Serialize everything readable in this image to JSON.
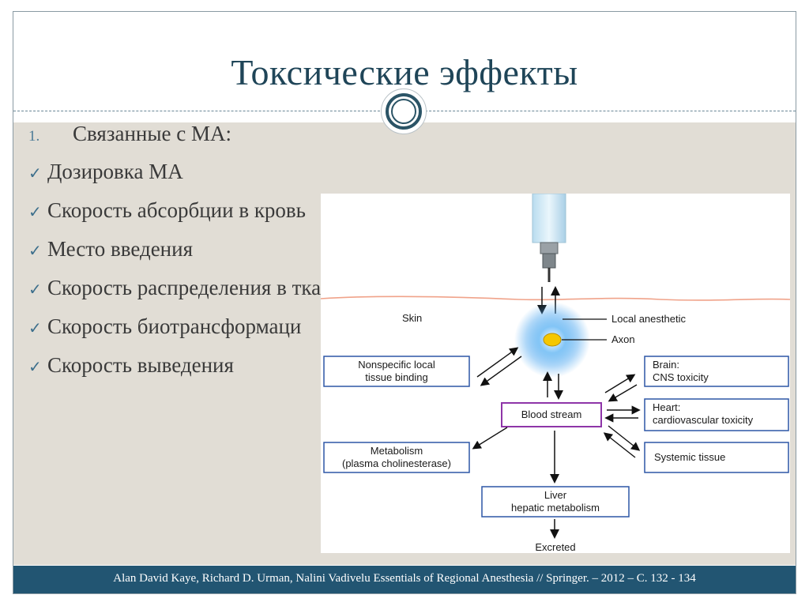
{
  "slide": {
    "title": "Токсические эффекты",
    "list": {
      "numbered_item": {
        "number": "1.",
        "text": "Связанные с МА:"
      },
      "bullets": [
        "Дозировка МА",
        "Скорость абсорбции в кровь",
        "Место введения",
        "Скорость распределения в тканях",
        "Скорость биотрансформаци",
        "Скорость выведения"
      ]
    },
    "footer": "Alan David Kaye, Richard D. Urman, Nalini Vadivelu Essentials of Regional Anesthesia // Springer. – 2012 – С. 132 - 134"
  },
  "diagram": {
    "labels": {
      "skin": "Skin",
      "local_anesthetic": "Local anesthetic",
      "axon": "Axon",
      "nonspecific_line1": "Nonspecific local",
      "nonspecific_line2": "tissue binding",
      "blood_stream": "Blood stream",
      "brain_line1": "Brain:",
      "brain_line2": "CNS toxicity",
      "heart_line1": "Heart:",
      "heart_line2": "cardiovascular toxicity",
      "systemic": "Systemic tissue",
      "metabolism_line1": "Metabolism",
      "metabolism_line2": "(plasma cholinesterase)",
      "liver_line1": "Liver",
      "liver_line2": "hepatic metabolism",
      "excreted": "Excreted"
    },
    "colors": {
      "box_border": "#2d57a6",
      "blood_box_border": "#8e35a8",
      "skin_line": "#f0a38a",
      "glow": "#4fa8f0",
      "axon": "#f5c700"
    }
  },
  "icons": {
    "bullet": "check-icon",
    "ornament": "circle-ornament-icon"
  }
}
